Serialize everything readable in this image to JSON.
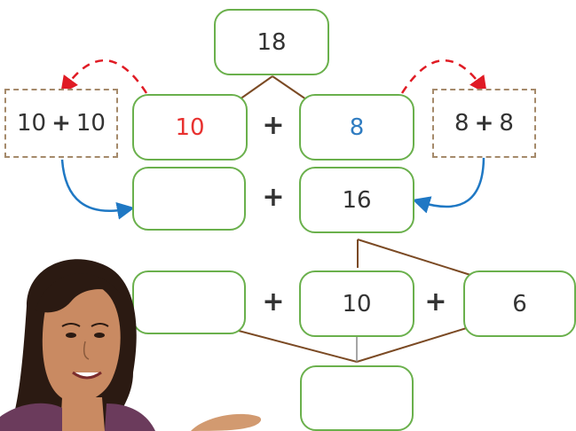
{
  "top": {
    "total": "18"
  },
  "row1": {
    "left": "10",
    "right": "8",
    "op": "+"
  },
  "doubles": {
    "left": {
      "a": "10",
      "op": "+",
      "b": "10"
    },
    "right": {
      "a": "8",
      "op": "+",
      "b": "8"
    }
  },
  "row2": {
    "left": "",
    "right": "16",
    "op": "+"
  },
  "row3": {
    "first": "",
    "op1": "+",
    "second": "10",
    "op2": "+",
    "third": "6"
  },
  "result": {
    "value": ""
  },
  "colors": {
    "red_number": "#e8312f",
    "blue_number": "#2f7cc1",
    "box_border": "#6ab04c",
    "tree_line": "#7b4a24",
    "red_arrow": "#e01b24",
    "blue_arrow": "#1f78c4"
  }
}
